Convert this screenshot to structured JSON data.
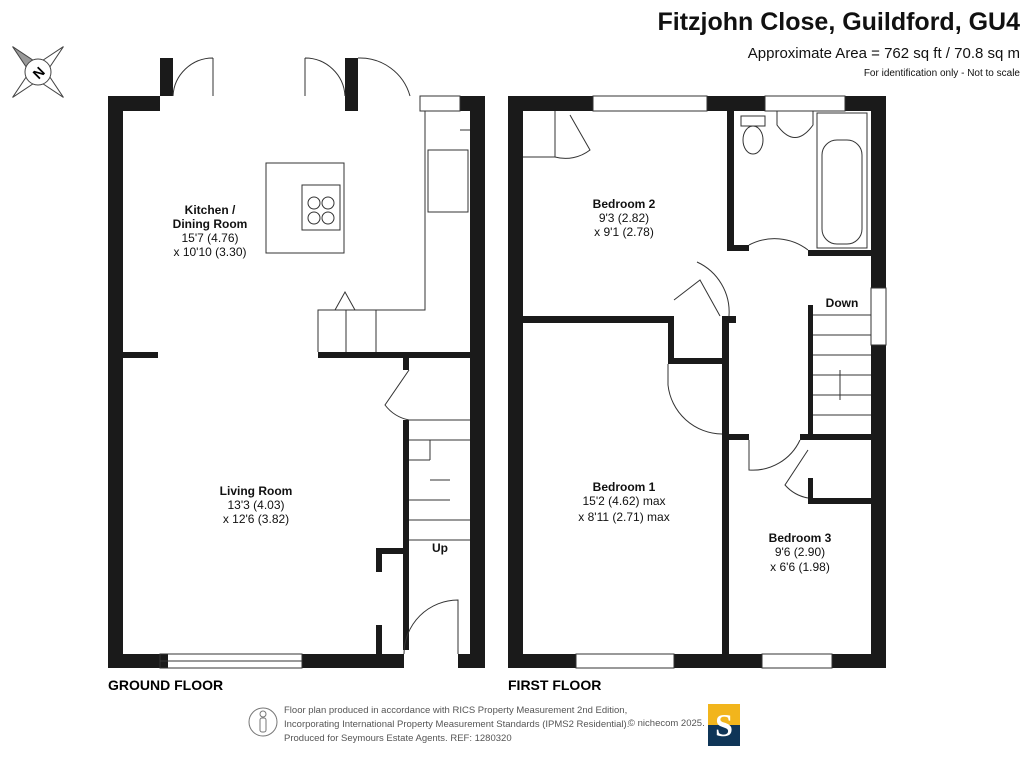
{
  "header": {
    "title": "Fitzjohn Close, Guildford, GU4",
    "area": "Approximate Area = 762 sq ft / 70.8 sq m",
    "note": "For identification only - Not to scale"
  },
  "compass": {
    "label": "N"
  },
  "ground_floor": {
    "label": "GROUND FLOOR",
    "kitchen": [
      "Kitchen /",
      "Dining Room",
      "15'7 (4.76)",
      "x 10'10 (3.30)"
    ],
    "living": [
      "Living Room",
      "13'3 (4.03)",
      "x 12'6 (3.82)"
    ],
    "stairs": "Up"
  },
  "first_floor": {
    "label": "FIRST FLOOR",
    "bedroom2": [
      "Bedroom 2",
      "9'3 (2.82)",
      "x 9'1 (2.78)"
    ],
    "bedroom1": [
      "Bedroom 1",
      "15'2 (4.62) max",
      "x 8'11 (2.71) max"
    ],
    "bedroom3": [
      "Bedroom 3",
      "9'6 (2.90)",
      "x 6'6 (1.98)"
    ],
    "stairs": "Down"
  },
  "footer": {
    "lines": [
      "Floor plan produced in accordance with RICS Property Measurement 2nd Edition,",
      "Incorporating International Property Measurement Standards (IPMS2 Residential).",
      "Produced for Seymours Estate Agents.   REF: 1280320"
    ],
    "copyright": "© nichecom 2025.",
    "logo": "S"
  },
  "colors": {
    "wall": "#1a1a1a",
    "logo_top": "#f2b51c",
    "logo_bottom": "#0f3557"
  }
}
